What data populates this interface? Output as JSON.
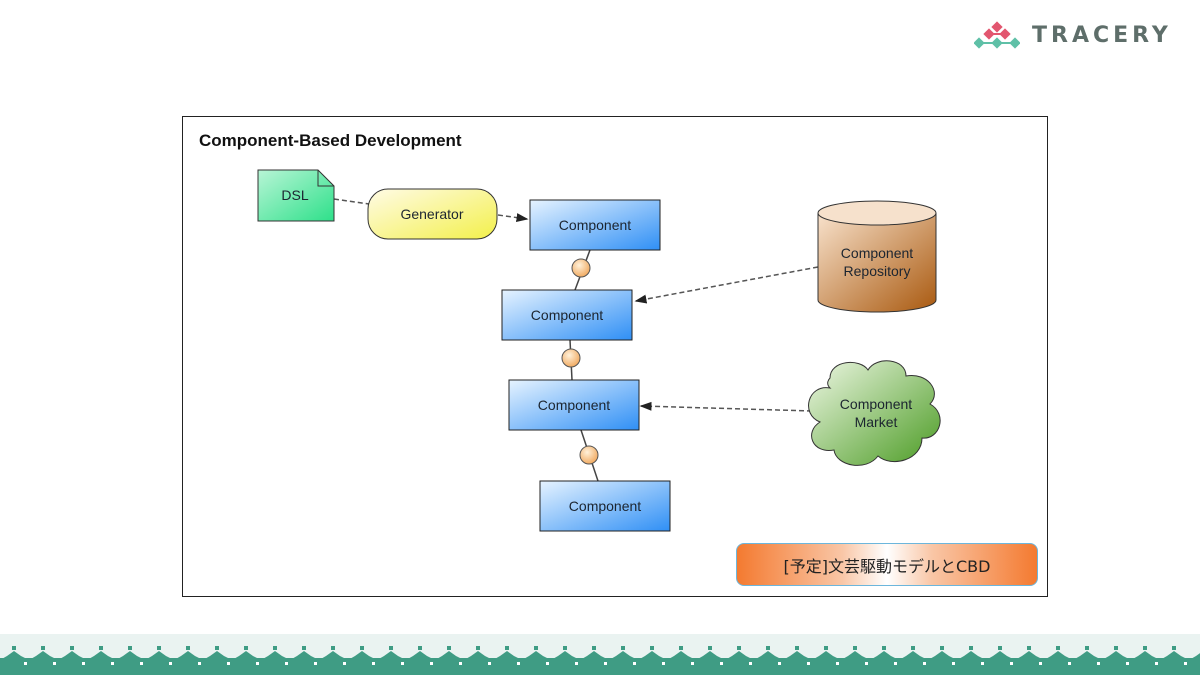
{
  "brand": {
    "logo_text": "TRACERY",
    "colors": {
      "pink": "#e2566f",
      "teal": "#5fc0a7",
      "text": "#5e6e6a"
    }
  },
  "diagram": {
    "title": "Component-Based Development",
    "nodes": {
      "dsl": "DSL",
      "generator": "Generator",
      "component_1": "Component",
      "component_2": "Component",
      "component_3": "Component",
      "component_4": "Component",
      "repository_line1": "Component",
      "repository_line2": "Repository",
      "market_line1": "Component",
      "market_line2": "Market"
    },
    "edges": [
      {
        "from": "dsl",
        "to": "generator",
        "style": "dashed"
      },
      {
        "from": "generator",
        "to": "component_1",
        "style": "dashed-arrow"
      },
      {
        "from": "component_1",
        "to": "component_2",
        "style": "interface"
      },
      {
        "from": "component_2",
        "to": "component_3",
        "style": "interface"
      },
      {
        "from": "component_3",
        "to": "component_4",
        "style": "interface"
      },
      {
        "from": "repository",
        "to": "component_2",
        "style": "dashed-arrow"
      },
      {
        "from": "market",
        "to": "component_3",
        "style": "dashed-arrow"
      }
    ]
  },
  "badge": {
    "label": "[予定]文芸駆動モデルとCBD"
  }
}
